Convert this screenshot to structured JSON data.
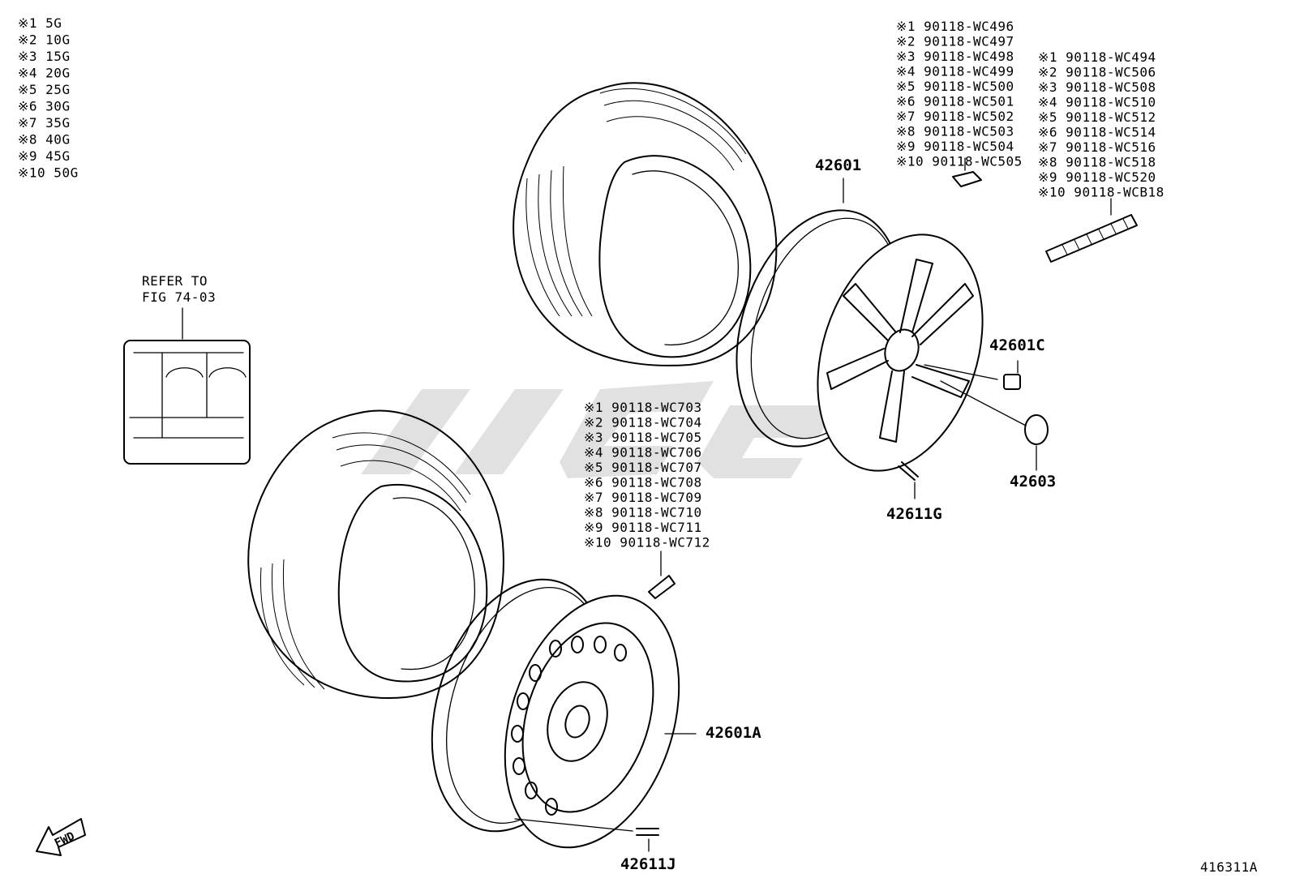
{
  "legend_weights": [
    {
      "mark": "※1",
      "value": "5G"
    },
    {
      "mark": "※2",
      "value": "10G"
    },
    {
      "mark": "※3",
      "value": "15G"
    },
    {
      "mark": "※4",
      "value": "20G"
    },
    {
      "mark": "※5",
      "value": "25G"
    },
    {
      "mark": "※6",
      "value": "30G"
    },
    {
      "mark": "※7",
      "value": "35G"
    },
    {
      "mark": "※8",
      "value": "40G"
    },
    {
      "mark": "※9",
      "value": "45G"
    },
    {
      "mark": "※10",
      "value": "50G"
    }
  ],
  "refer_note": {
    "line1": "REFER TO",
    "line2": "FIG 74-03"
  },
  "parts": {
    "wheel_alloy": "42601",
    "wheel_steel": "42601A",
    "nut": "42601C",
    "cap": "42603",
    "valve_alloy": "42611G",
    "valve_steel": "42611J"
  },
  "weights_clip_alloy": [
    {
      "mark": "※1",
      "part": "90118-WC496"
    },
    {
      "mark": "※2",
      "part": "90118-WC497"
    },
    {
      "mark": "※3",
      "part": "90118-WC498"
    },
    {
      "mark": "※4",
      "part": "90118-WC499"
    },
    {
      "mark": "※5",
      "part": "90118-WC500"
    },
    {
      "mark": "※6",
      "part": "90118-WC501"
    },
    {
      "mark": "※7",
      "part": "90118-WC502"
    },
    {
      "mark": "※8",
      "part": "90118-WC503"
    },
    {
      "mark": "※9",
      "part": "90118-WC504"
    },
    {
      "mark": "※10",
      "part": "90118-WC505"
    }
  ],
  "weights_adhesive": [
    {
      "mark": "※1",
      "part": "90118-WC494"
    },
    {
      "mark": "※2",
      "part": "90118-WC506"
    },
    {
      "mark": "※3",
      "part": "90118-WC508"
    },
    {
      "mark": "※4",
      "part": "90118-WC510"
    },
    {
      "mark": "※5",
      "part": "90118-WC512"
    },
    {
      "mark": "※6",
      "part": "90118-WC514"
    },
    {
      "mark": "※7",
      "part": "90118-WC516"
    },
    {
      "mark": "※8",
      "part": "90118-WC518"
    },
    {
      "mark": "※9",
      "part": "90118-WC520"
    },
    {
      "mark": "※10",
      "part": "90118-WCB18"
    }
  ],
  "weights_clip_steel": [
    {
      "mark": "※1",
      "part": "90118-WC703"
    },
    {
      "mark": "※2",
      "part": "90118-WC704"
    },
    {
      "mark": "※3",
      "part": "90118-WC705"
    },
    {
      "mark": "※4",
      "part": "90118-WC706"
    },
    {
      "mark": "※5",
      "part": "90118-WC707"
    },
    {
      "mark": "※6",
      "part": "90118-WC708"
    },
    {
      "mark": "※7",
      "part": "90118-WC709"
    },
    {
      "mark": "※8",
      "part": "90118-WC710"
    },
    {
      "mark": "※9",
      "part": "90118-WC711"
    },
    {
      "mark": "※10",
      "part": "90118-WC712"
    }
  ],
  "fwd_label": "FWD",
  "figure_id": "416311A"
}
